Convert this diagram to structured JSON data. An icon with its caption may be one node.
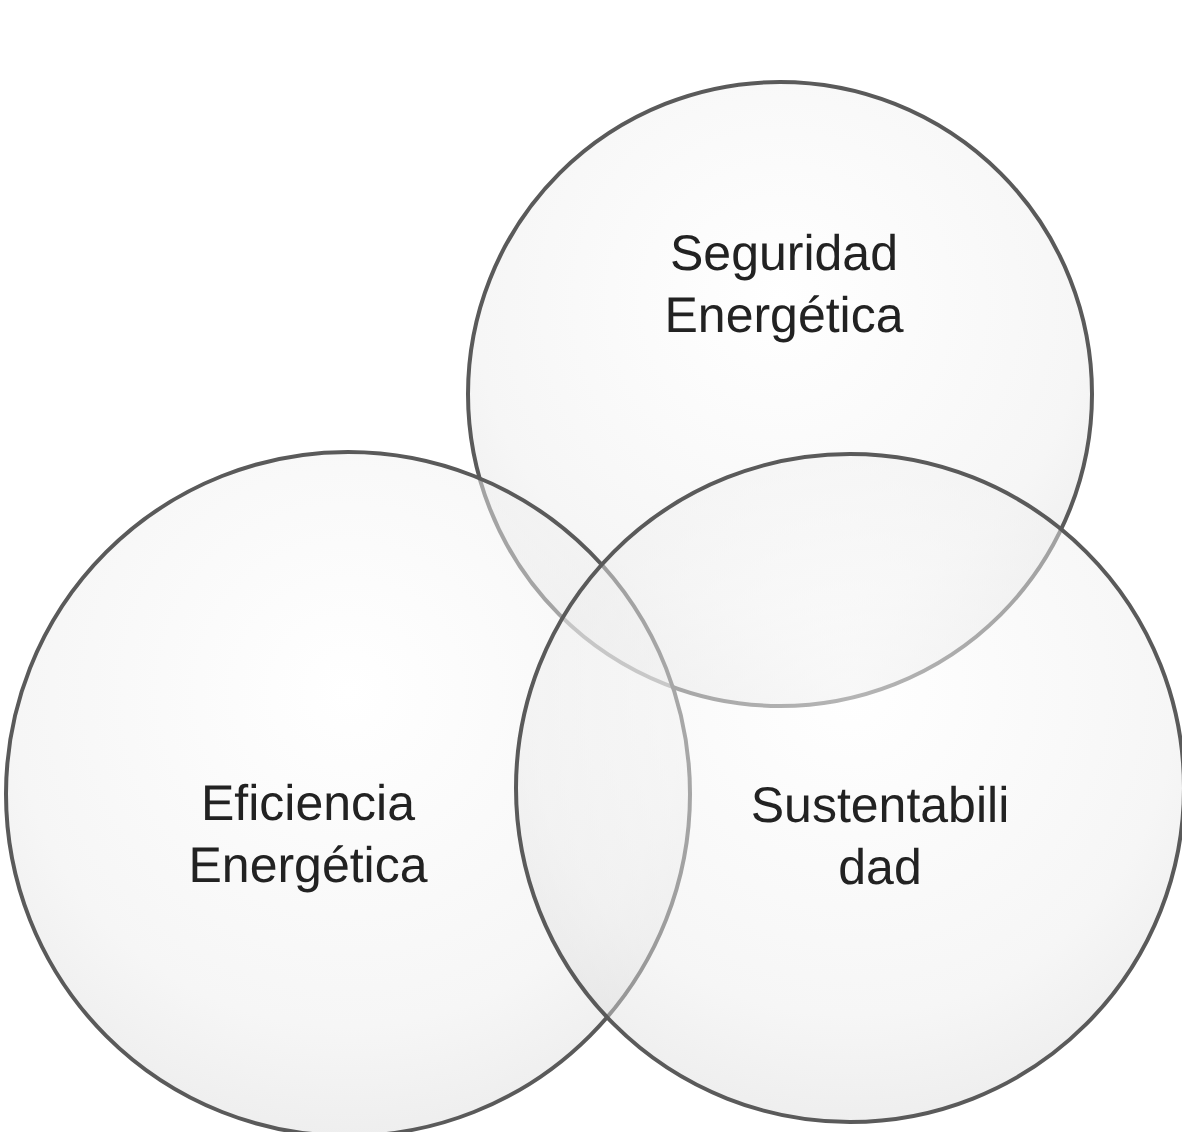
{
  "diagram": {
    "nodes": [
      {
        "text": [
          "Seguridad Energética"
        ]
      },
      {
        "text": [
          "Eficiencia Energética"
        ]
      },
      {
        "text": [
          "Sustentabili dad"
        ]
      }
    ]
  }
}
